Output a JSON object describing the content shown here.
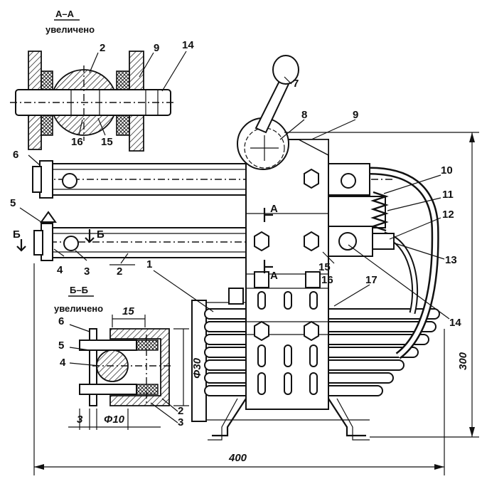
{
  "section_aa": {
    "title": "А–А",
    "subtitle": "увеличено"
  },
  "section_bb": {
    "title": "Б–Б",
    "subtitle": "увеличено"
  },
  "callouts": {
    "n1": "1",
    "n2": "2",
    "n3": "3",
    "n4": "4",
    "n5": "5",
    "n6": "6",
    "n7": "7",
    "n8": "8",
    "n9": "9",
    "n10": "10",
    "n11": "11",
    "n12": "12",
    "n13": "13",
    "n14": "14",
    "n15": "15",
    "n16": "16",
    "n17": "17"
  },
  "section_marks": {
    "a": "А",
    "b": "Б"
  },
  "dimensions": {
    "width": "400",
    "height": "300",
    "bb_width": "15",
    "bb_diameter": "Φ30",
    "bb_hole": "Φ10",
    "bb_gap": "3"
  }
}
